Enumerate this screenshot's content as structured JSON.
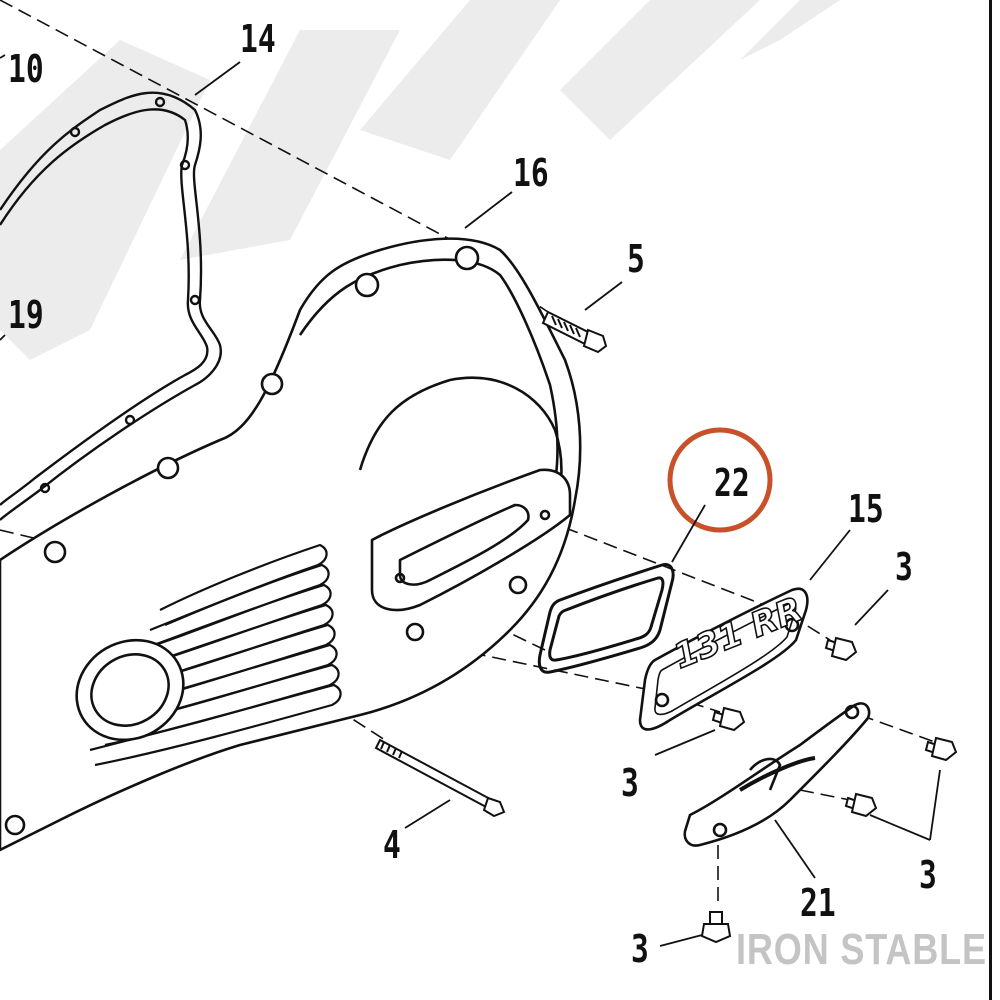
{
  "diagram": {
    "highlight_color": "#c8512a",
    "line_color": "#111111",
    "watermark_color": "#e9e9e9",
    "callouts": {
      "c10": "10",
      "c14": "14",
      "c16": "16",
      "c19": "19",
      "c5": "5",
      "c22": "22",
      "c15": "15",
      "c3a": "3",
      "c3b": "3",
      "c3c": "3",
      "c3d": "3",
      "c4": "4",
      "c21": "21"
    },
    "highlighted_part": "22",
    "emblem_text": "131 RR"
  },
  "branding": {
    "watermark_text": "IRON STABLE",
    "watermark_color": "#c4c4c4"
  }
}
